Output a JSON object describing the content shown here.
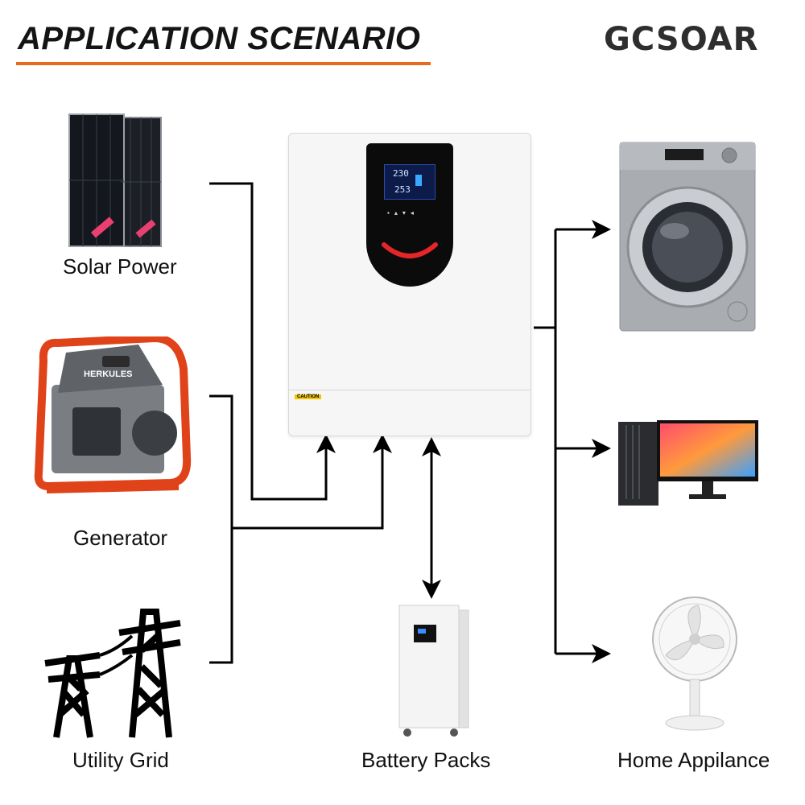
{
  "header": {
    "title": "APPLICATION SCENARIO",
    "brand": "GCSOAR"
  },
  "sources": [
    {
      "label": "Solar Power",
      "icon": "solar-panel-icon"
    },
    {
      "label": "Generator",
      "icon": "generator-icon"
    },
    {
      "label": "Utility Grid",
      "icon": "power-tower-icon"
    }
  ],
  "storage": {
    "label": "Battery Packs",
    "icon": "battery-pack-icon"
  },
  "loads": {
    "label": "Home Appilance",
    "icons": [
      "washing-machine-icon",
      "desktop-computer-icon",
      "electric-fan-icon"
    ]
  },
  "inverter": {
    "icon": "inverter-icon",
    "display_top": "230",
    "display_bottom": "253",
    "caution": "CAUTION"
  },
  "generator_brand": "HERKULES",
  "colors": {
    "accent": "#e8691e",
    "brand_red": "#e52528",
    "line": "#000000"
  }
}
